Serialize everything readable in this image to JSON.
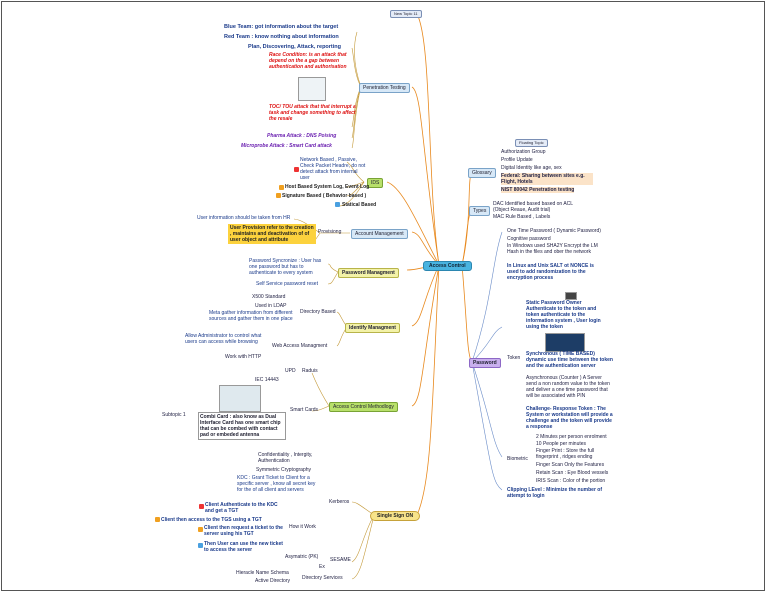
{
  "center": "Access Control",
  "new_topic": "New Topic 11",
  "pentest": {
    "label": "Penetration Testing",
    "blue": "Blue Team: got information about the target",
    "red": "Red Team : know nothing about information",
    "plan": "Plan, Discovering, Attack, reporting",
    "race": "Race Condition: is an attack that depend on the a gap between authentication and authorisation",
    "toc": "TOC/ TOU attack that that interrupt a task and change something to affect the resale",
    "pharma": "Pharma Attack : DNS Poising",
    "microprobe": "Microprobe Attack : Smart Card attack"
  },
  "ids": {
    "label": "IDS",
    "network": "Network Based , Passive, Check Packet Headre, do not detect attack from internal user",
    "host": "Host Based System Log, Event Log",
    "signature": "Signature Based ( Behavior based )",
    "statical": "Statical Based"
  },
  "account": {
    "label": "Account Management",
    "user_info": "User information should be taken from HR",
    "provision_label": "Provisiong",
    "provision": "User Provision refer to the creation , maintains and deactivation of of user object and attribute"
  },
  "password_mgmt": {
    "label": "Password Managment",
    "sync": "Password Syncronize : User has one password but has to authenticate to every system",
    "self": "Self Service password reset"
  },
  "identity": {
    "label": "Identify Managment",
    "directory": "Directory Based",
    "x500": "X500 Standard",
    "ldap": "Used in LDAP",
    "meta": "Meta gather information from different sources and gather them in one place",
    "web": "Web Access Managment",
    "allow": "Allow Administrator to control what users can access while browsing",
    "http": "Work with HTTP"
  },
  "acm": {
    "label": "Access Control Methodlogy",
    "upd": "UPD",
    "radius": "Raduis",
    "iec": "IEC 14443",
    "smart": "Smart Cards",
    "subtopic": "Subtopic 1",
    "combi": "Combi Card : also know as Dual Interface Card has one smart chip that can be combed with contact pad or embeded antenna"
  },
  "sso": {
    "label": "Single Sign ON",
    "conf": "Confidentiality , Intergity, Authentication",
    "sym": "Symmetric Cryptography",
    "kdc": "KDC : Grant Ticket to Client for a specific server , know all secret key for the of all client and servers",
    "kerberos": "Kerberos",
    "kdc_auth": "Client Authenticate to the KDC and get a TGT",
    "tgs": "Client then access to the TGS using a TGT",
    "how": "How it Work",
    "request": "Client then request a ticket to the server using his TGT",
    "then": "Then User can use the new ticket to access the server",
    "asym": "Asymatric (PK)",
    "sesame": "SESAME",
    "ex": "Ex",
    "hier": "Hieracle Name Schema",
    "ad": "Active Directory",
    "dirsvc": "Directory Services"
  },
  "glossary": {
    "label": "Glossary",
    "floating": "Floating Topic",
    "auth_group": "Authorization Group",
    "profile": "Profile Update",
    "digital": "Digital Identity like age, sex",
    "federal": "Federal: Sharing between sites e.g. Flight, Hotels",
    "nist": "NIST 80042 Penetration testing"
  },
  "types": {
    "label": "Types",
    "dac": "DAC Identified based based on ACL (Object Reaue, Audit trial)",
    "mac": "MAC Rule Based , Labels"
  },
  "password": {
    "label": "Password",
    "otp": "One Time Password ( Dynamic Password)",
    "cognitive": "Cognitive password",
    "windows": "In Windows used SHA2Y Encrypt the LM Hash in the files and ober the network",
    "linux": "In Linux and Unix SALT ot NONCE is used to add randomization to the encryption process",
    "token": "Token",
    "static": "Static Password Owner Authenticate to the token and token authenticate to the information system , User login using the token",
    "sync": "Synchronous ( TIME BASED) dynamic use time between the token and the authentication server",
    "async": "Asynchronous (Counter ) A Server send a non random value to the token and deliver a one time password that will be associated with PIN",
    "challenge": "Challenge- Response Token : The System or workstation will provide a challenge and the token will provide a response",
    "biometric": "Biometric",
    "b1": "2 Minutes per person enrolment",
    "b2": "10 People per minutes",
    "b3": "Finger Print : Store the full fingerprint , ridges ending",
    "b4": "Finger Scan Only the Features",
    "b5": "Retain Scan : Eye Blood vessels",
    "b6": "IRIS Scan : Color of the portion",
    "clipping": "Clipping LEvel : Minimize the number of attempt to login"
  }
}
